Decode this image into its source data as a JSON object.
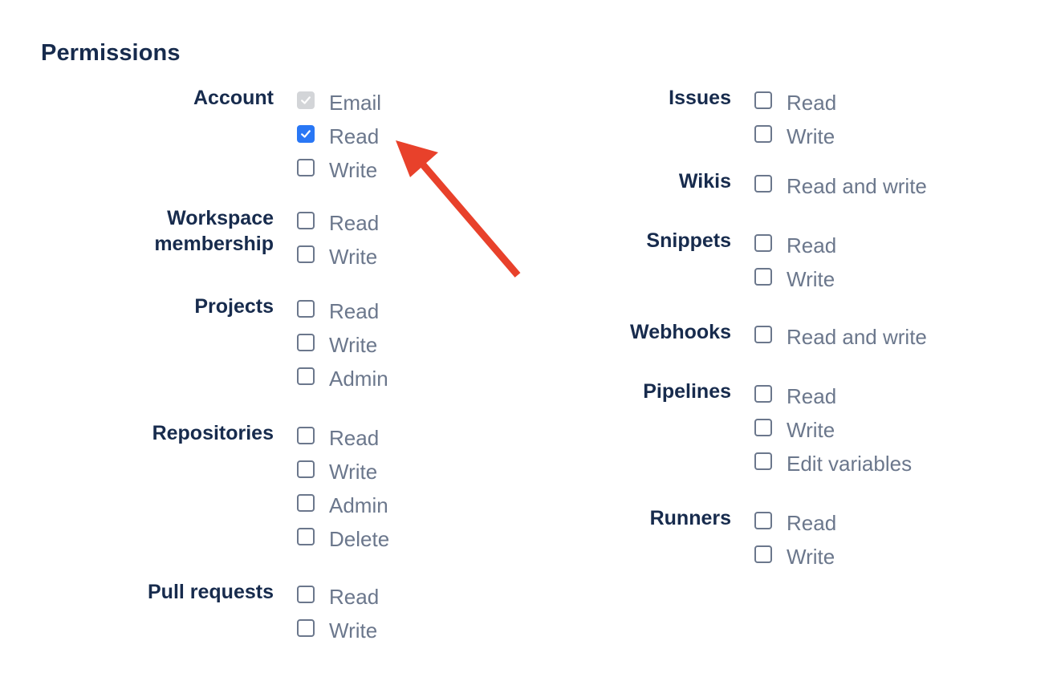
{
  "title": "Permissions",
  "left_groups": [
    {
      "label_lines": [
        "Account"
      ],
      "options": [
        {
          "label": "Email",
          "state": "disabled-checked"
        },
        {
          "label": "Read",
          "state": "checked"
        },
        {
          "label": "Write",
          "state": "unchecked"
        }
      ]
    },
    {
      "label_lines": [
        "Workspace",
        "membership"
      ],
      "options": [
        {
          "label": "Read",
          "state": "unchecked"
        },
        {
          "label": "Write",
          "state": "unchecked"
        }
      ]
    },
    {
      "label_lines": [
        "Projects"
      ],
      "options": [
        {
          "label": "Read",
          "state": "unchecked"
        },
        {
          "label": "Write",
          "state": "unchecked"
        },
        {
          "label": "Admin",
          "state": "unchecked"
        }
      ]
    },
    {
      "label_lines": [
        "Repositories"
      ],
      "options": [
        {
          "label": "Read",
          "state": "unchecked"
        },
        {
          "label": "Write",
          "state": "unchecked"
        },
        {
          "label": "Admin",
          "state": "unchecked"
        },
        {
          "label": "Delete",
          "state": "unchecked"
        }
      ]
    },
    {
      "label_lines": [
        "Pull requests"
      ],
      "options": [
        {
          "label": "Read",
          "state": "unchecked"
        },
        {
          "label": "Write",
          "state": "unchecked"
        }
      ]
    }
  ],
  "right_groups": [
    {
      "label_lines": [
        "Issues"
      ],
      "options": [
        {
          "label": "Read",
          "state": "unchecked"
        },
        {
          "label": "Write",
          "state": "unchecked"
        }
      ]
    },
    {
      "label_lines": [
        "Wikis"
      ],
      "options": [
        {
          "label": "Read and write",
          "state": "unchecked"
        }
      ]
    },
    {
      "label_lines": [
        "Snippets"
      ],
      "options": [
        {
          "label": "Read",
          "state": "unchecked"
        },
        {
          "label": "Write",
          "state": "unchecked"
        }
      ]
    },
    {
      "label_lines": [
        "Webhooks"
      ],
      "options": [
        {
          "label": "Read and write",
          "state": "unchecked"
        }
      ]
    },
    {
      "label_lines": [
        "Pipelines"
      ],
      "options": [
        {
          "label": "Read",
          "state": "unchecked"
        },
        {
          "label": "Write",
          "state": "unchecked"
        },
        {
          "label": "Edit variables",
          "state": "unchecked"
        }
      ]
    },
    {
      "label_lines": [
        "Runners"
      ],
      "options": [
        {
          "label": "Read",
          "state": "unchecked"
        },
        {
          "label": "Write",
          "state": "unchecked"
        }
      ]
    }
  ],
  "colors": {
    "heading": "#172b4d",
    "option_text": "#6b778c",
    "checked": "#2977f5",
    "disabled": "#d3d5d8",
    "annotation_arrow": "#e8412b"
  },
  "annotation": {
    "shape": "arrow",
    "points_to": "Account Read checkbox"
  }
}
